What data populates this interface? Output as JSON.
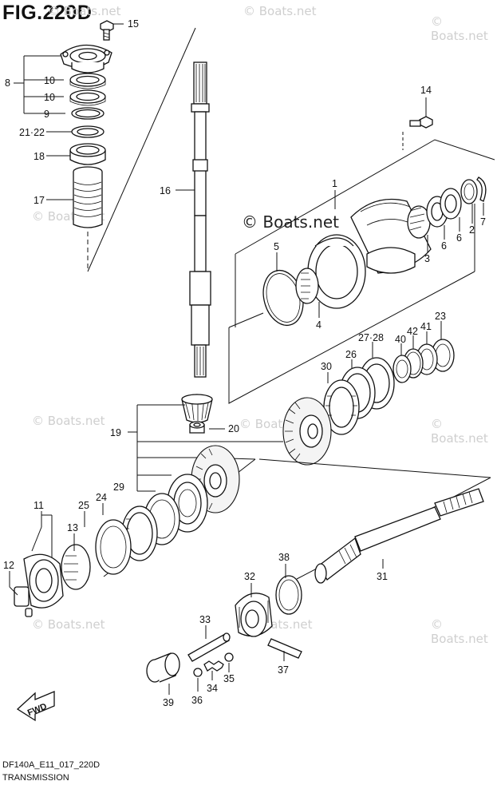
{
  "figure": {
    "title": "FIG.220D",
    "model_code": "DF140A_E11_017_220D",
    "section_name": "TRANSMISSION"
  },
  "watermarks": {
    "faint": "© Boats.net",
    "prominent": "© Boats.net"
  },
  "fwd_label": "FWD",
  "callouts": [
    {
      "id": "c15",
      "label": "15"
    },
    {
      "id": "c8",
      "label": "8"
    },
    {
      "id": "c10a",
      "label": "10"
    },
    {
      "id": "c10b",
      "label": "10"
    },
    {
      "id": "c9",
      "label": "9"
    },
    {
      "id": "c2122",
      "label": "21·22"
    },
    {
      "id": "c18",
      "label": "18"
    },
    {
      "id": "c17",
      "label": "17"
    },
    {
      "id": "c16",
      "label": "16"
    },
    {
      "id": "c14",
      "label": "14"
    },
    {
      "id": "c1",
      "label": "1"
    },
    {
      "id": "c7",
      "label": "7"
    },
    {
      "id": "c2",
      "label": "2"
    },
    {
      "id": "c6a",
      "label": "6"
    },
    {
      "id": "c6b",
      "label": "6"
    },
    {
      "id": "c3",
      "label": "3"
    },
    {
      "id": "c5",
      "label": "5"
    },
    {
      "id": "c4",
      "label": "4"
    },
    {
      "id": "c23",
      "label": "23"
    },
    {
      "id": "c41",
      "label": "41"
    },
    {
      "id": "c42",
      "label": "42"
    },
    {
      "id": "c40",
      "label": "40"
    },
    {
      "id": "c2728",
      "label": "27·28"
    },
    {
      "id": "c26",
      "label": "26"
    },
    {
      "id": "c30",
      "label": "30"
    },
    {
      "id": "c20",
      "label": "20"
    },
    {
      "id": "c19",
      "label": "19"
    },
    {
      "id": "c11",
      "label": "11"
    },
    {
      "id": "c25",
      "label": "25"
    },
    {
      "id": "c24",
      "label": "24"
    },
    {
      "id": "c29",
      "label": "29"
    },
    {
      "id": "c13",
      "label": "13"
    },
    {
      "id": "c12",
      "label": "12"
    },
    {
      "id": "c38",
      "label": "38"
    },
    {
      "id": "c32",
      "label": "32"
    },
    {
      "id": "c31",
      "label": "31"
    },
    {
      "id": "c33",
      "label": "33"
    },
    {
      "id": "c37",
      "label": "37"
    },
    {
      "id": "c34",
      "label": "34"
    },
    {
      "id": "c35",
      "label": "35"
    },
    {
      "id": "c36",
      "label": "36"
    },
    {
      "id": "c39",
      "label": "39"
    }
  ]
}
